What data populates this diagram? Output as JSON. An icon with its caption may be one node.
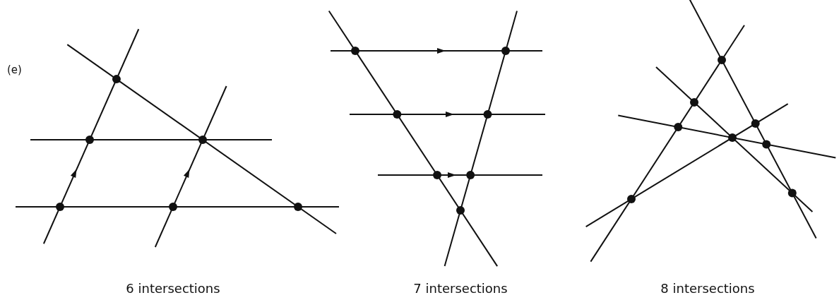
{
  "diagram": {
    "labels": [
      "(e)",
      "6 intersections",
      "7 intersections",
      "8 intersections"
    ]
  }
}
